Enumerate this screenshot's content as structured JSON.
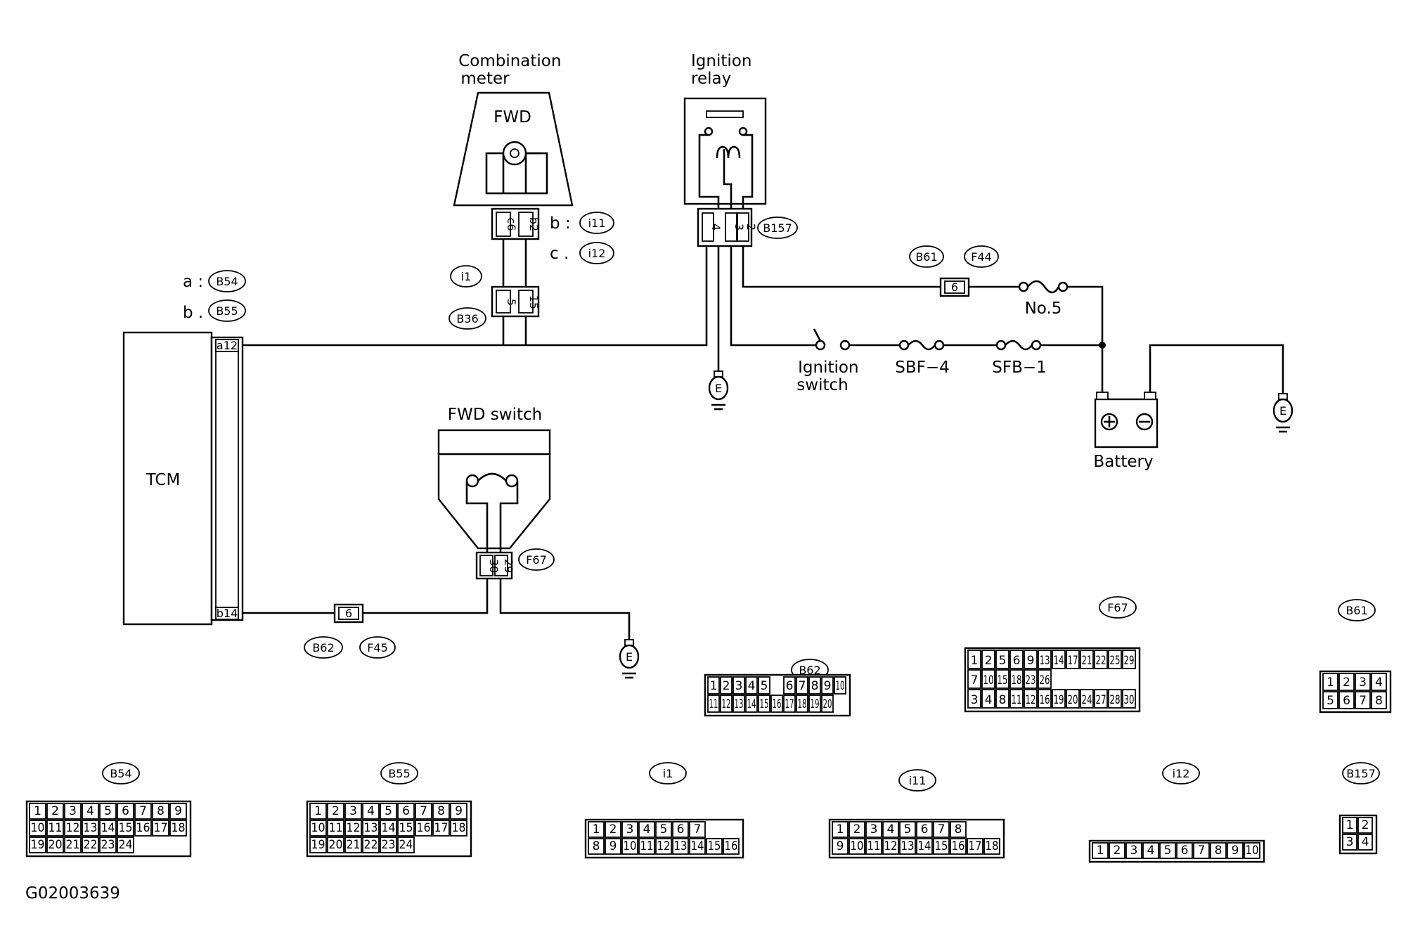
{
  "components": {
    "combination_meter": "Combination\nmeter",
    "fwd_lamp": "FWD",
    "ignition_relay": "Ignition\nrelay",
    "tcm": "TCM",
    "fwd_switch": "FWD switch",
    "ignition_switch": "Ignition\nswitch",
    "sbf4": "SBF−4",
    "sfb1": "SFB−1",
    "no5": "No.5",
    "battery": "Battery",
    "ground": "E"
  },
  "connector_refs": {
    "a_prefix": "a :",
    "a_ref": "B54",
    "b_prefix": "b .",
    "b_ref": "B55",
    "meter_b_prefix": "b :",
    "meter_b_ref": "i11",
    "meter_c_prefix": "c .",
    "meter_c_ref": "i12",
    "i1": "i1",
    "b36": "B36",
    "b157": "B157",
    "b61": "B61",
    "f44": "F44",
    "f67": "F67",
    "b62": "B62",
    "f45": "F45"
  },
  "pin_labels": {
    "tcm_top": "a12",
    "tcm_bottom": "b14",
    "meter_c6": "c6",
    "meter_b2": "b2",
    "i1_5": "5",
    "i1_15": "15",
    "relay_4": "4",
    "relay_3": "3",
    "relay_2": "2",
    "b61_pin": "6",
    "sw_30": "30",
    "sw_29": "29",
    "b62_pin": "6"
  },
  "connector_faces": [
    {
      "id": "B62",
      "rows": [
        [
          "1",
          "2",
          "3",
          "4",
          "5",
          "",
          "6",
          "7",
          "8",
          "9",
          "10"
        ],
        [
          "11",
          "12",
          "13",
          "14",
          "15",
          "16",
          "17",
          "18",
          "19",
          "20"
        ]
      ]
    },
    {
      "id": "F67",
      "rows": [
        [
          "1",
          "2",
          "5",
          "6",
          "9",
          "13",
          "14",
          "17",
          "21",
          "22",
          "25",
          "29"
        ],
        [
          "7",
          "10",
          "15",
          "18",
          "23",
          "26"
        ],
        [
          "3",
          "4",
          "8",
          "11",
          "12",
          "16",
          "19",
          "20",
          "24",
          "27",
          "28",
          "30"
        ]
      ]
    },
    {
      "id": "B61",
      "rows": [
        [
          "1",
          "2",
          "3",
          "4"
        ],
        [
          "5",
          "6",
          "7",
          "8"
        ]
      ]
    },
    {
      "id": "B54",
      "rows": [
        [
          "1",
          "2",
          "3",
          "4",
          "5",
          "6",
          "7",
          "8",
          "9"
        ],
        [
          "10",
          "11",
          "12",
          "13",
          "14",
          "15",
          "16",
          "17",
          "18"
        ],
        [
          "19",
          "20",
          "21",
          "22",
          "23",
          "24"
        ]
      ]
    },
    {
      "id": "B55",
      "rows": [
        [
          "1",
          "2",
          "3",
          "4",
          "5",
          "6",
          "7",
          "8",
          "9"
        ],
        [
          "10",
          "11",
          "12",
          "13",
          "14",
          "15",
          "16",
          "17",
          "18"
        ],
        [
          "19",
          "20",
          "21",
          "22",
          "23",
          "24"
        ]
      ]
    },
    {
      "id": "i1",
      "rows": [
        [
          "1",
          "2",
          "3",
          "4",
          "5",
          "6",
          "7"
        ],
        [
          "8",
          "9",
          "10",
          "11",
          "12",
          "13",
          "14",
          "15",
          "16"
        ]
      ]
    },
    {
      "id": "i11",
      "rows": [
        [
          "1",
          "2",
          "3",
          "4",
          "5",
          "6",
          "7",
          "8"
        ],
        [
          "9",
          "10",
          "11",
          "12",
          "13",
          "14",
          "15",
          "16",
          "17",
          "18"
        ]
      ]
    },
    {
      "id": "i12",
      "rows": [
        [
          "1",
          "2",
          "3",
          "4",
          "5",
          "6",
          "7",
          "8",
          "9",
          "10"
        ]
      ]
    },
    {
      "id": "B157",
      "rows": [
        [
          "1",
          "2"
        ],
        [
          "3",
          "4"
        ]
      ]
    }
  ],
  "figure_id": "G02003639"
}
